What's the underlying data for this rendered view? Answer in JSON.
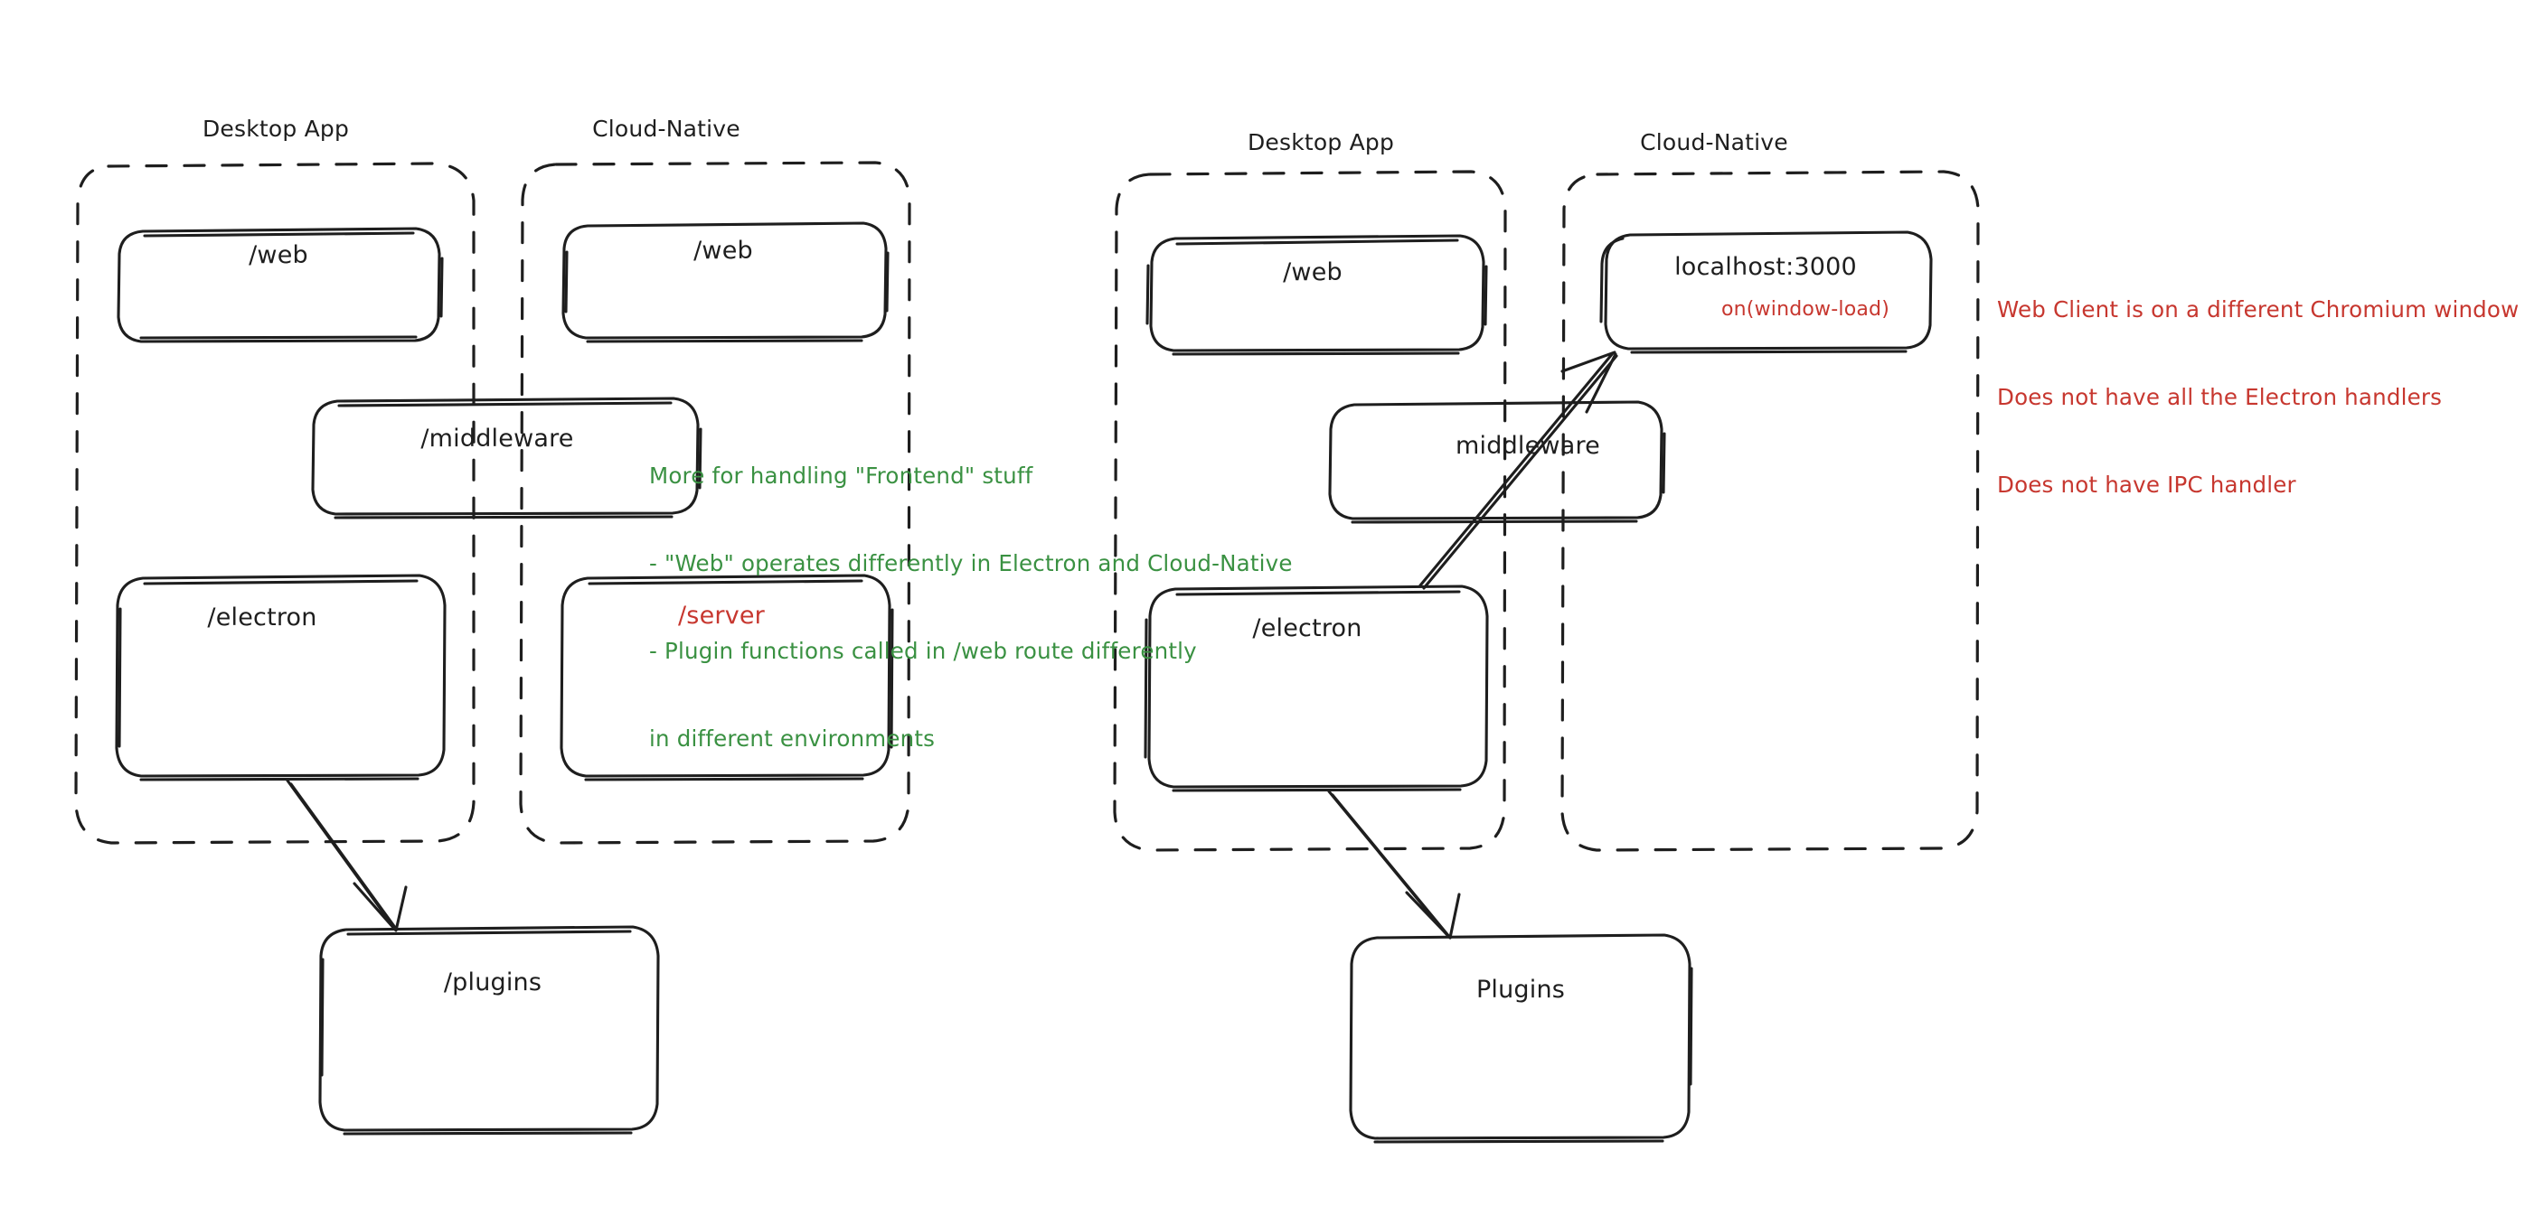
{
  "diagram": {
    "title_style": "hand-drawn architecture sketch",
    "accent_colors": {
      "ink": "#1e1e1e",
      "red": "#c7372f",
      "green": "#3a9142"
    }
  },
  "left_cluster": {
    "groups": [
      {
        "label": "Desktop App"
      },
      {
        "label": "Cloud-Native"
      }
    ],
    "boxes": [
      {
        "label": "/web",
        "color": "ink"
      },
      {
        "label": "/web",
        "color": "ink"
      },
      {
        "label": "/middleware",
        "color": "ink"
      },
      {
        "label": "/electron",
        "color": "ink"
      },
      {
        "label": "/server",
        "color": "red"
      },
      {
        "label": "/plugins",
        "color": "ink"
      }
    ]
  },
  "right_cluster": {
    "groups": [
      {
        "label": "Desktop App"
      },
      {
        "label": "Cloud-Native"
      }
    ],
    "boxes": [
      {
        "label": "/web",
        "color": "ink"
      },
      {
        "label": "localhost:3000",
        "color": "ink",
        "sublabel": "on(window-load)",
        "sublabel_color": "red"
      },
      {
        "label": "middleware",
        "color": "ink"
      },
      {
        "label": "/electron",
        "color": "ink"
      },
      {
        "label": "Plugins",
        "color": "ink"
      }
    ]
  },
  "annotations": {
    "green_note": {
      "color": "#3a9142",
      "lines": [
        "More for handling \"Frontend\" stuff",
        "- \"Web\" operates differently in Electron and Cloud-Native",
        "- Plugin functions called in /web route differently",
        "in different environments"
      ]
    },
    "red_note": {
      "color": "#c7372f",
      "lines": [
        "Web Client is on a different Chromium window",
        "Does not have all the Electron handlers",
        "Does not have IPC handler"
      ]
    }
  }
}
